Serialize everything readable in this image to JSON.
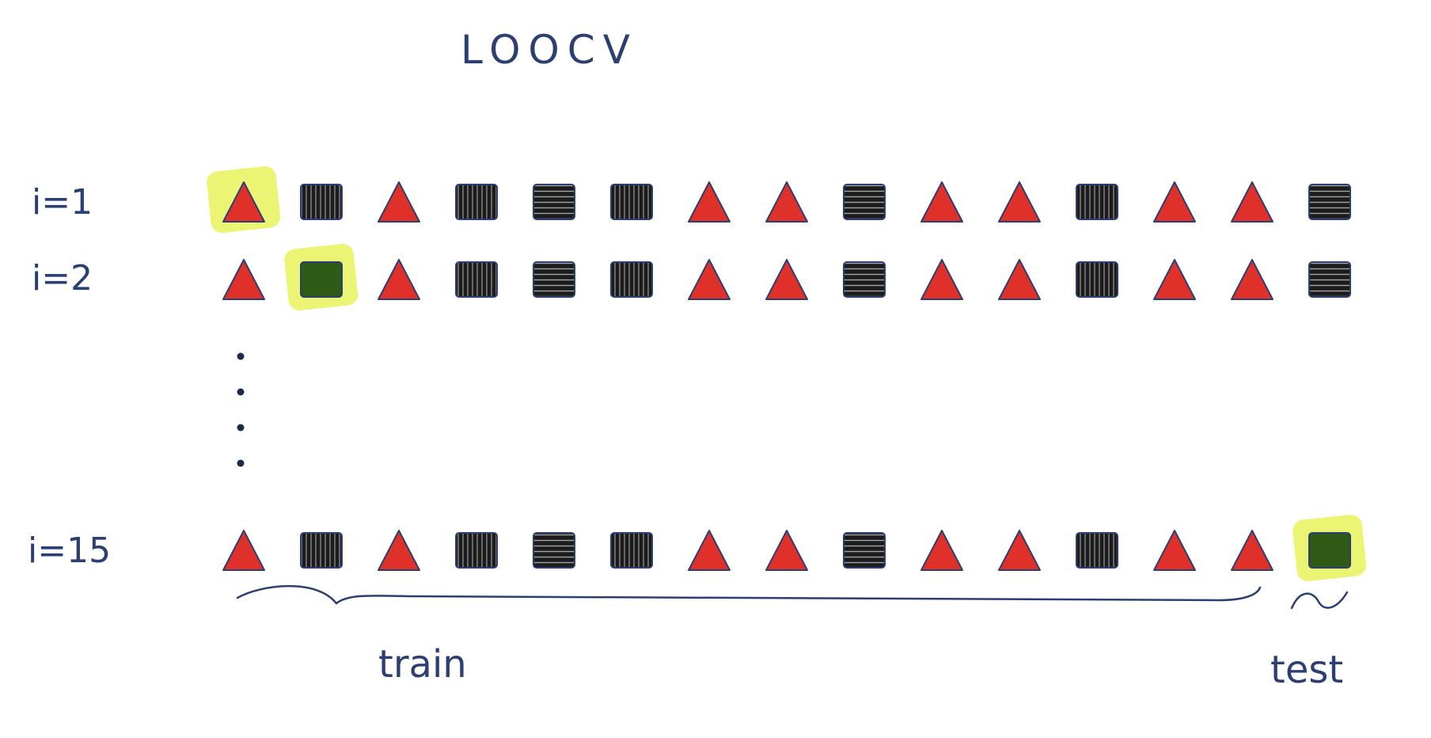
{
  "diagram": {
    "title": "LOOCV",
    "colors": {
      "ink": "#2b3f73",
      "triangle": "#e0302a",
      "square": "#1c1c1c",
      "highlight": "#e9f25a",
      "highlight_square": "#2f5a16"
    },
    "rows": [
      {
        "label": "i=1",
        "shapes": [
          "triangle",
          "square",
          "triangle",
          "square",
          "square",
          "square",
          "triangle",
          "triangle",
          "square",
          "triangle",
          "triangle",
          "square",
          "triangle",
          "triangle",
          "square"
        ],
        "highlight_index": 0
      },
      {
        "label": "i=2",
        "shapes": [
          "triangle",
          "square",
          "triangle",
          "square",
          "square",
          "square",
          "triangle",
          "triangle",
          "square",
          "triangle",
          "triangle",
          "square",
          "triangle",
          "triangle",
          "square"
        ],
        "highlight_index": 1
      },
      {
        "label": "i=15",
        "shapes": [
          "triangle",
          "square",
          "triangle",
          "square",
          "square",
          "square",
          "triangle",
          "triangle",
          "square",
          "triangle",
          "triangle",
          "square",
          "triangle",
          "triangle",
          "square"
        ],
        "highlight_index": 14
      }
    ],
    "ellipsis_dots": 4,
    "train_label": "train",
    "test_label": "test"
  }
}
